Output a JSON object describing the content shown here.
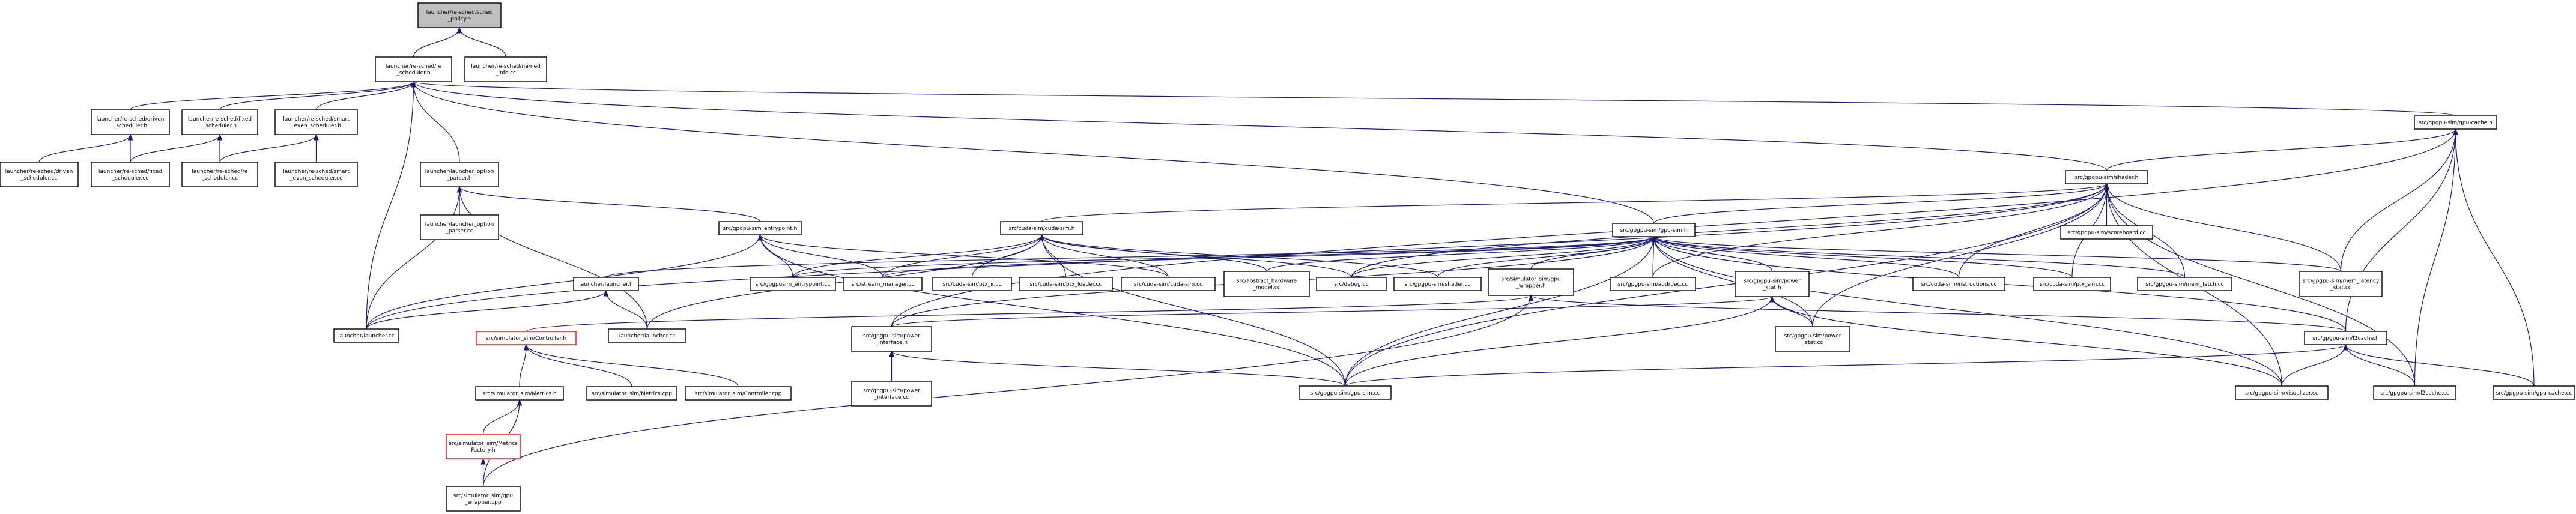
{
  "diagram": {
    "type": "include-dependency-graph",
    "colors": {
      "edge": "#191970",
      "root_fill": "#bfbfbf",
      "missing_border": "#ff0000",
      "border": "#000000"
    },
    "nodes": {
      "shed_policy": {
        "lines": [
          "launcher/re-sched/sched",
          "_policy.h"
        ],
        "style": "root"
      },
      "sched_h": {
        "lines": [
          "launcher/re-sched/re",
          "_scheduler.h"
        ]
      },
      "sched_named": {
        "lines": [
          "launcher/re-sched/named",
          "_info.cc"
        ]
      },
      "driven_h": {
        "lines": [
          "launcher/re-sched/driven",
          "_scheduler.h"
        ]
      },
      "fixed_h": {
        "lines": [
          "launcher/re-sched/fixed",
          "_scheduler.h"
        ]
      },
      "smart_h": {
        "lines": [
          "launcher/re-sched/smart",
          "_even_scheduler.h"
        ]
      },
      "driven_cc": {
        "lines": [
          "launcher/re-sched/driven",
          "_scheduler.cc"
        ]
      },
      "fixed_cc": {
        "lines": [
          "launcher/re-sched/fixed",
          "_scheduler.cc"
        ]
      },
      "sched_cc": {
        "lines": [
          "launcher/re-sched/re",
          "_scheduler.cc"
        ]
      },
      "smart_cc": {
        "lines": [
          "launcher/re-sched/smart",
          "_even_scheduler.cc"
        ]
      },
      "option_h": {
        "lines": [
          "launcher/launcher_option",
          "_parser.h"
        ]
      },
      "option_cc": {
        "lines": [
          "launcher/launcher_option",
          "_parser.cc"
        ]
      },
      "entrypoint_h": {
        "lines": [
          "src/gpgpu-sim_entrypoint.h"
        ]
      },
      "cuda_sim_h": {
        "lines": [
          "src/cuda-sim/cuda-sim.h"
        ]
      },
      "gpu_sim_h": {
        "lines": [
          "src/gpgpu-sim/gpu-sim.h"
        ]
      },
      "shader_h": {
        "lines": [
          "src/gpgpu-sim/shader.h"
        ]
      },
      "gpu_cache_h": {
        "lines": [
          "src/gpgpu-sim/gpu-cache.h"
        ]
      },
      "scoreboard_cc": {
        "lines": [
          "src/gpgpu-sim/scoreboard.cc"
        ]
      },
      "launcher_h": {
        "lines": [
          "launcher/launcher.h"
        ]
      },
      "launcher_main_cc": {
        "lines": [
          "launcher/launcher.cc"
        ]
      },
      "launcher_cc": {
        "lines": [
          "launcher/launcher.cc"
        ]
      },
      "ctrl_h": {
        "lines": [
          "src/simulator_sim/Controller.h"
        ],
        "style": "missing"
      },
      "metrics_h": {
        "lines": [
          "src/simulator_sim/Metrics.h"
        ]
      },
      "metrics_factory_h": {
        "lines": [
          "src/simulator_sim/Metrics",
          "Factory.h"
        ],
        "style": "missing"
      },
      "gpu_wrapper_cpp": {
        "lines": [
          "src/simulator_sim/gpu",
          "_wrapper.cpp"
        ]
      },
      "metrics_cpp": {
        "lines": [
          "src/simulator_sim/Metrics.cpp"
        ]
      },
      "ctrl_cpp": {
        "lines": [
          "src/simulator_sim/Controller.cpp"
        ]
      },
      "entrypoint_cc": {
        "lines": [
          "src/gpgpusim_entrypoint.cc"
        ]
      },
      "stream_cc": {
        "lines": [
          "src/stream_manager.cc"
        ]
      },
      "cuda_simple_cc": {
        "lines": [
          "src/cuda-sim/ptx_ir.cc"
        ]
      },
      "ptx_loader_cc": {
        "lines": [
          "src/cuda-sim/ptx_loader.cc"
        ]
      },
      "cuda_sim_cc": {
        "lines": [
          "src/cuda-sim/cuda-sim.cc"
        ]
      },
      "abstract_hw_cc": {
        "lines": [
          "src/abstract_hardware",
          "_model.cc"
        ]
      },
      "debug_cc": {
        "lines": [
          "src/debug.cc"
        ]
      },
      "gpu_sim_main_cc": {
        "lines": [
          "src/gpgpu-sim/shader.cc"
        ]
      },
      "sim_gpu_wrapper_h": {
        "lines": [
          "src/simulator_sim/gpu",
          "_wrapper.h"
        ]
      },
      "addrdec_cc": {
        "lines": [
          "src/gpgpu-sim/addrdec.cc"
        ]
      },
      "power_stat_h": {
        "lines": [
          "src/gpgpu-sim/power",
          "_stat.h"
        ]
      },
      "power_if_h": {
        "lines": [
          "src/gpgpu-sim/power",
          "_interface.h"
        ]
      },
      "power_if_cc": {
        "lines": [
          "src/gpgpu-sim/power",
          "_interface.cc"
        ]
      },
      "power_stat_cc": {
        "lines": [
          "src/gpgpu-sim/power",
          "_stat.cc"
        ]
      },
      "gpu_sim_cc": {
        "lines": [
          "src/gpgpu-sim/gpu-sim.cc"
        ]
      },
      "instructions_cc": {
        "lines": [
          "src/cuda-sim/instructions.cc"
        ]
      },
      "cuda_simple_sim_cc": {
        "lines": [
          "src/cuda-sim/ptx_sim.cc"
        ]
      },
      "mem_fetch_cc": {
        "lines": [
          "src/gpgpu-sim/mem_fetch.cc"
        ]
      },
      "mem_latency_cc": {
        "lines": [
          "src/gpgpu-sim/mem_latency",
          "_stat.cc"
        ]
      },
      "l2cache_h": {
        "lines": [
          "src/gpgpu-sim/l2cache.h"
        ]
      },
      "visualizer_cc": {
        "lines": [
          "src/gpgpu-sim/visualizer.cc"
        ]
      },
      "l2cache_cc": {
        "lines": [
          "src/gpgpu-sim/l2cache.cc"
        ]
      },
      "gpu_cache_cc": {
        "lines": [
          "src/gpgpu-sim/gpu-cache.cc"
        ]
      }
    }
  }
}
